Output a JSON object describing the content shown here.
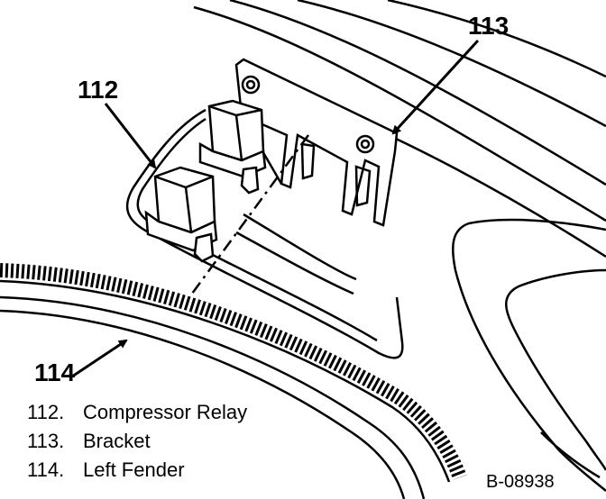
{
  "callouts": {
    "c112": "112",
    "c113": "113",
    "c114": "114"
  },
  "legend": [
    {
      "num": "112.",
      "label": "Compressor Relay"
    },
    {
      "num": "113.",
      "label": "Bracket"
    },
    {
      "num": "114.",
      "label": "Left Fender"
    }
  ],
  "figure_id": "B-08938"
}
